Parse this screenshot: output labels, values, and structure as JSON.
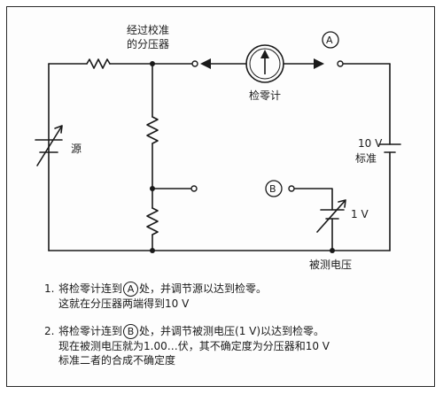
{
  "labels": {
    "divider_line1": "经过校准",
    "divider_line2": "的分压器",
    "galvanometer": "检零计",
    "source": "源",
    "terminal_a": "A",
    "terminal_b": "B",
    "ref_voltage": "10 V",
    "ref_name": "标准",
    "test_voltage": "1 V",
    "measured_voltage": "被测电压"
  },
  "notes": [
    {
      "num": "1.",
      "line1_a": "将检零计连到",
      "circle": "A",
      "line1_b": "处，并调节源以达到检零。",
      "line2": "这就在分压器两端得到10 V",
      "line3": ""
    },
    {
      "num": "2.",
      "line1_a": "将检零计连到",
      "circle": "B",
      "line1_b": "处，并调节被测电压(1 V)以达到检零。",
      "line2": "现在被测电压就为1.00…伏，其不确定度为分压器和10 V",
      "line3": "标准二者的合成不确定度"
    }
  ]
}
